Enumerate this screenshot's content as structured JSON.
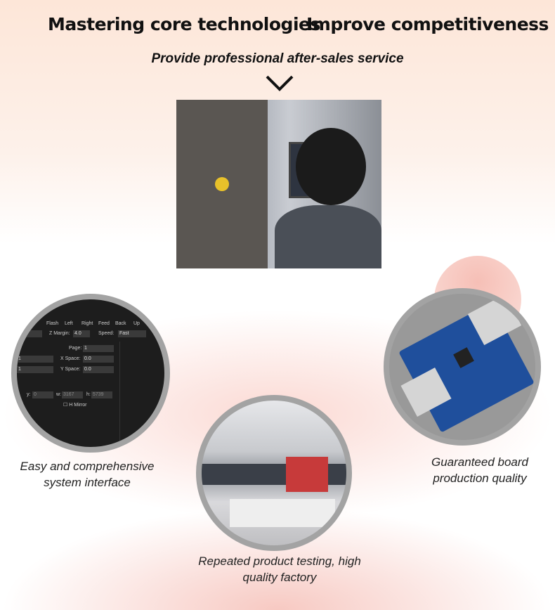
{
  "header": {
    "title_left": "Mastering core technologies",
    "title_right": "Improve competitiveness",
    "subtitle": "Provide professional after-sales service"
  },
  "features": [
    {
      "caption_line1": "Easy and comprehensive",
      "caption_line2": "system interface"
    },
    {
      "caption_line1": "Repeated product testing, high",
      "caption_line2": "quality factory"
    },
    {
      "caption_line1": "Guaranteed board",
      "caption_line2": "production quality"
    }
  ],
  "software": {
    "toolbar": [
      "Flash",
      "Left",
      "Right",
      "Feed",
      "Back",
      "Up"
    ],
    "z_margin_label": "Z Margin:",
    "z_margin": "4.0",
    "speed_label": "Speed:",
    "speed": "Fast",
    "page_label": "Page:",
    "page": "1",
    "x_space_label": "X Space:",
    "x_space": "0.0",
    "y_space_label": "Y Space:",
    "y_space": "0.0",
    "field1": "1",
    "field2": "1",
    "y_label": "y:",
    "y": "0",
    "w_label": "w:",
    "w": "3167",
    "h_label": "h:",
    "h": "5739",
    "mirror": "H Mirror",
    "partial": "0"
  }
}
